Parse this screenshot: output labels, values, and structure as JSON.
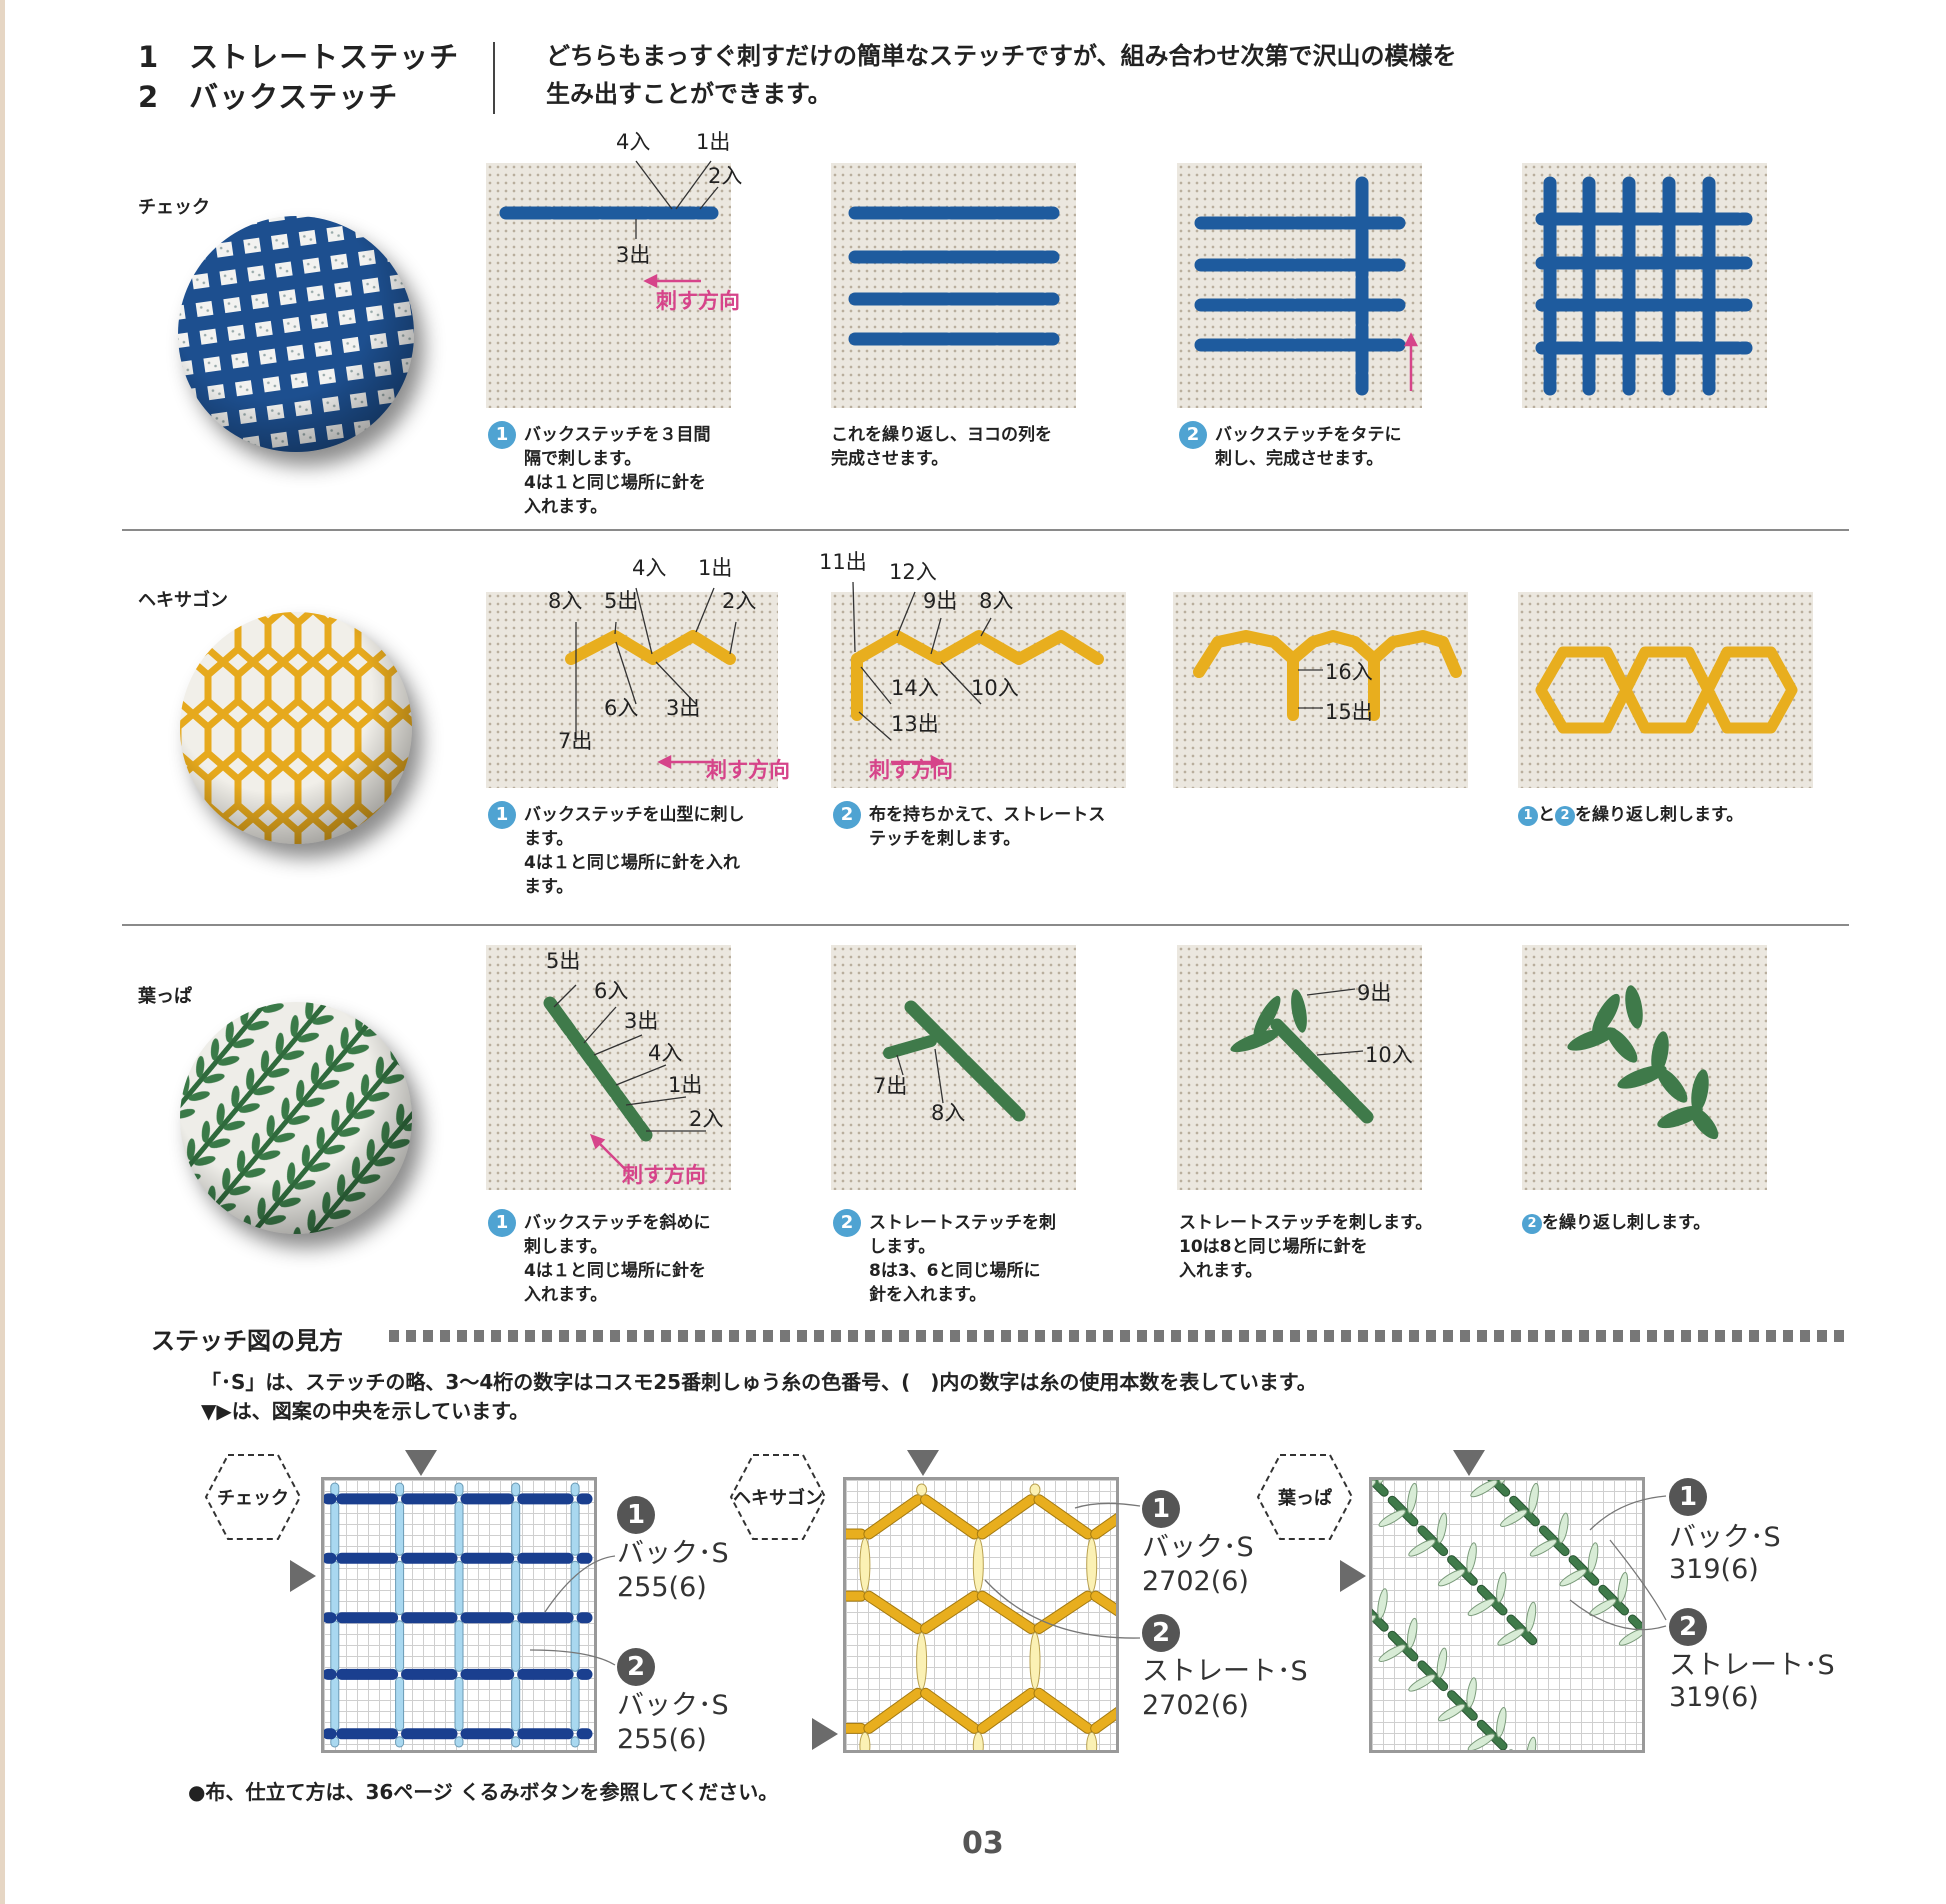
{
  "header": {
    "titles": [
      "1　ストレートステッチ",
      "2　バックステッチ"
    ],
    "intro": [
      "どちらもまっすぐ刺すだけの簡単なステッチですが、組み合わせ次第で沢山の模様を",
      "生み出すことができます。"
    ]
  },
  "direction_label": "刺す方向",
  "rows": [
    {
      "label": "チェック",
      "photo_labels": [
        [
          "4入",
          "1出",
          "2入",
          "3出"
        ],
        [],
        [],
        []
      ],
      "captions": [
        {
          "num": "1",
          "lines": [
            "バックステッチを３目間",
            "隔で刺します。",
            "4は１と同じ場所に針を",
            "入れます。"
          ]
        },
        {
          "lines": [
            "これを繰り返し、ヨコの列を",
            "完成させます。"
          ]
        },
        {
          "num": "2",
          "lines": [
            "バックステッチをタテに",
            "刺し、完成させます。"
          ]
        }
      ]
    },
    {
      "label": "ヘキサゴン",
      "photo_labels": [
        [
          "4入",
          "1出",
          "8入",
          "5出",
          "2入",
          "6入",
          "3出",
          "7出"
        ],
        [
          "11出",
          "12入",
          "9出",
          "8入",
          "14入",
          "10入",
          "13出"
        ],
        [
          "16入",
          "15出"
        ],
        []
      ],
      "captions": [
        {
          "num": "1",
          "lines": [
            "バックステッチを山型に刺し",
            "ます。",
            "4は１と同じ場所に針を入れ",
            "ます。"
          ]
        },
        {
          "num": "2",
          "lines": [
            "布を持ちかえて、ストレートス",
            "テッチを刺します。"
          ]
        },
        {
          "nums": [
            "1",
            "2"
          ],
          "joiner": "と",
          "text": "を繰り返し刺します。"
        }
      ]
    },
    {
      "label": "葉っぱ",
      "photo_labels": [
        [
          "5出",
          "6入",
          "3出",
          "4入",
          "1出",
          "2入"
        ],
        [
          "7出",
          "8入"
        ],
        [
          "9出",
          "10入"
        ],
        []
      ],
      "captions": [
        {
          "num": "1",
          "lines": [
            "バックステッチを斜めに",
            "刺します。",
            "4は１と同じ場所に針を",
            "入れます。"
          ]
        },
        {
          "num": "2",
          "lines": [
            "ストレートステッチを刺",
            "します。",
            "8は3、6と同じ場所に",
            "針を入れます。"
          ]
        },
        {
          "lines": [
            "ストレートステッチを刺します。",
            "10は8と同じ場所に針を",
            "入れます。"
          ]
        },
        {
          "num": "2",
          "text": "を繰り返し刺します。"
        }
      ]
    }
  ],
  "legend": {
    "title": "ステッチ図の見方",
    "notes": [
      "「･S」は、ステッチの略、3～4桁の数字はコスモ25番刺しゅう糸の色番号、(　)内の数字は糸の使用本数を表しています。",
      "▼▶は、図案の中央を示しています。"
    ],
    "diagrams": [
      {
        "name": "チェック",
        "items": [
          {
            "num": "1",
            "type": "バック･S",
            "code": "255(6)"
          },
          {
            "num": "2",
            "type": "バック･S",
            "code": "255(6)"
          }
        ]
      },
      {
        "name": "ヘキサゴン",
        "items": [
          {
            "num": "1",
            "type": "バック･S",
            "code": "2702(6)"
          },
          {
            "num": "2",
            "type": "ストレート･S",
            "code": "2702(6)"
          }
        ]
      },
      {
        "name": "葉っぱ",
        "items": [
          {
            "num": "1",
            "type": "バック･S",
            "code": "319(6)"
          },
          {
            "num": "2",
            "type": "ストレート･S",
            "code": "319(6)"
          }
        ]
      }
    ]
  },
  "footer": {
    "note": "●布、仕立て方は、36ページ くるみボタンを参照してください。",
    "page": "03"
  },
  "colors": {
    "blue": "#1e5b9e",
    "navy": "#1a3f8f",
    "light_blue": "#a9d8f0",
    "yellow": "#e8ae1e",
    "light_yellow": "#fbf1b4",
    "green": "#3f7a4a",
    "light_green": "#d8ecd6",
    "pink": "#d6448a"
  }
}
